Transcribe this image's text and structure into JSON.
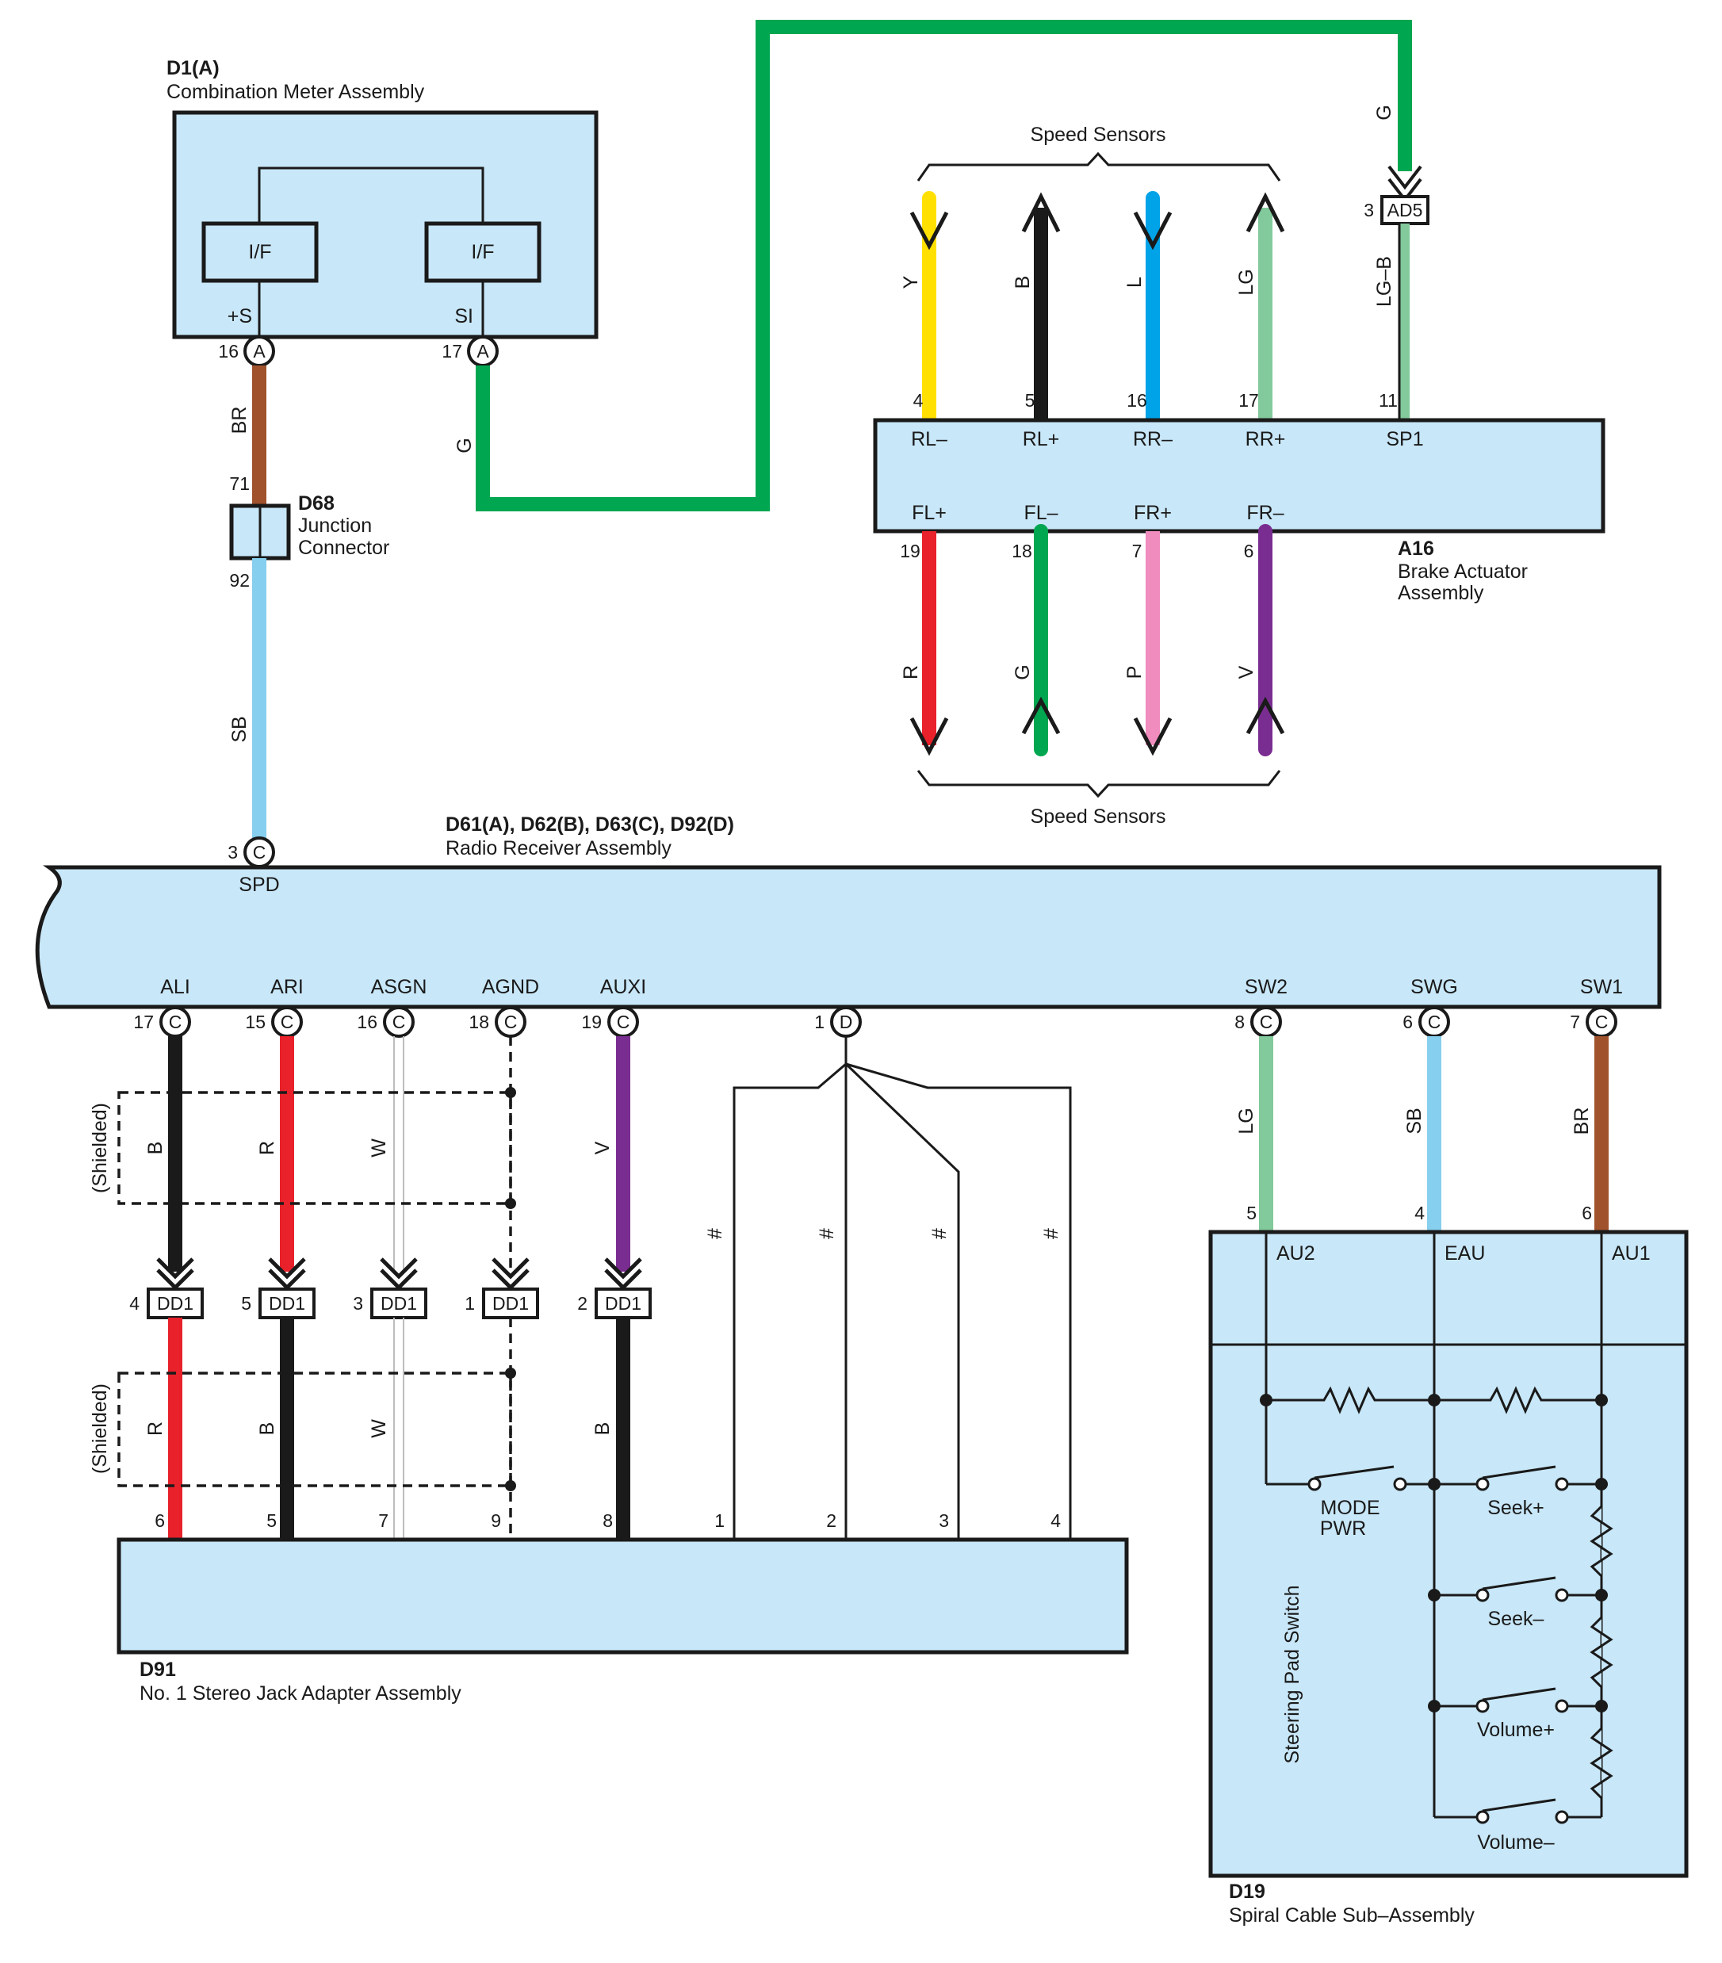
{
  "components": {
    "d1": {
      "id": "D1(A)",
      "name": "Combination Meter Assembly",
      "if_left": "I/F",
      "if_right": "I/F",
      "term_s_plus": "+S",
      "term_si": "SI",
      "pin16": "16",
      "pin17": "17",
      "letter": "A"
    },
    "d68": {
      "id": "D68",
      "name_l1": "Junction",
      "name_l2": "Connector",
      "pin71": "71",
      "pin92": "92"
    },
    "a16": {
      "id": "A16",
      "name_l1": "Brake Actuator",
      "name_l2": "Assembly",
      "top_terms": [
        "RL–",
        "RL+",
        "RR–",
        "RR+",
        "SP1"
      ],
      "top_pins": [
        "4",
        "5",
        "16",
        "17",
        "11"
      ],
      "bot_terms": [
        "FL+",
        "FL–",
        "FR+",
        "FR–"
      ],
      "bot_pins": [
        "19",
        "18",
        "7",
        "6"
      ]
    },
    "ad5": {
      "name": "AD5",
      "pin": "3"
    },
    "radio": {
      "id": "D61(A), D62(B), D63(C), D92(D)",
      "name": "Radio Receiver Assembly",
      "spd_term": "SPD",
      "spd_pin": "3",
      "spd_letter": "C",
      "terms": [
        "ALI",
        "ARI",
        "ASGN",
        "AGND",
        "AUXI",
        "SW2",
        "SWG",
        "SW1"
      ],
      "pins": [
        "17",
        "15",
        "16",
        "18",
        "19",
        "8",
        "6",
        "7"
      ],
      "letters": [
        "C",
        "C",
        "C",
        "C",
        "C",
        "C",
        "C",
        "C"
      ],
      "d_pin": "1",
      "d_letter": "D"
    },
    "dd1": {
      "name": "DD1",
      "pins": [
        "4",
        "5",
        "3",
        "1",
        "2"
      ]
    },
    "d91": {
      "id": "D91",
      "name": "No.  1 Stereo Jack Adapter Assembly",
      "pins": [
        "6",
        "5",
        "7",
        "9",
        "8",
        "1",
        "2",
        "3",
        "4"
      ]
    },
    "d19": {
      "id": "D19",
      "name": "Spiral Cable Sub–Assembly",
      "inner_label": "Steering Pad Switch",
      "terms": [
        "AU2",
        "EAU",
        "AU1"
      ],
      "pins": [
        "5",
        "4",
        "6"
      ],
      "sw_mode_l1": "MODE",
      "sw_mode_l2": "PWR",
      "sw_seek_plus": "Seek+",
      "sw_seek_minus": "Seek–",
      "sw_vol_plus": "Volume+",
      "sw_vol_minus": "Volume–"
    }
  },
  "labels": {
    "speed_sensors_top": "Speed Sensors",
    "speed_sensors_bottom": "Speed Sensors",
    "shielded": "(Shielded)",
    "hash": "#"
  },
  "wires": {
    "br": "BR",
    "g": "G",
    "sb": "SB",
    "lgb": "LG–B",
    "sensor_top": [
      "Y",
      "B",
      "L",
      "LG"
    ],
    "sensor_bottom": [
      "R",
      "G",
      "P",
      "V"
    ],
    "upper_radio": [
      "B",
      "R",
      "W",
      "V"
    ],
    "lower_jack": [
      "R",
      "B",
      "W",
      "B"
    ],
    "switch": [
      "LG",
      "SB",
      "BR"
    ]
  },
  "colors": {
    "box_fill": "#c8e7f8",
    "green": "#00a650",
    "brown": "#a0522d",
    "light_blue": "#87cfee",
    "yellow": "#ffe000",
    "black": "#1a1a1a",
    "blue": "#00a3e8",
    "light_green": "#82c99b",
    "red": "#e8212b",
    "pink": "#f08cbe",
    "violet": "#7a2d91",
    "white_wire": "#bdbdbd"
  }
}
